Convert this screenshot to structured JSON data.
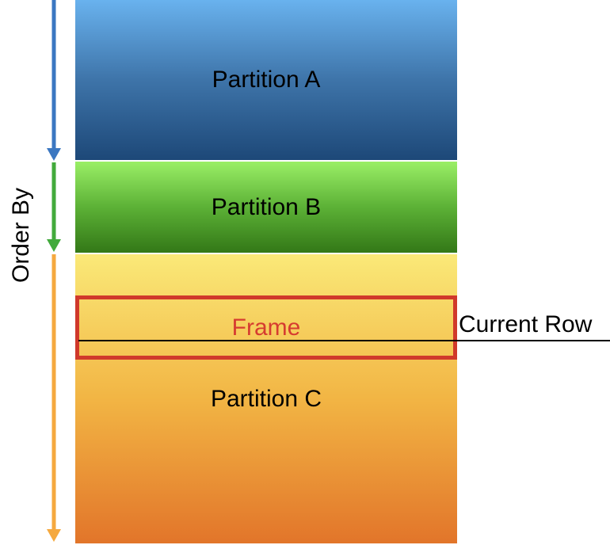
{
  "diagram": {
    "order_by_label": "Order By",
    "background_color": "#ffffff",
    "text_color": "#000000"
  },
  "partitions": [
    {
      "label": "Partition A",
      "gradient_top": "#69b2ee",
      "gradient_mid": "#3e74a9",
      "gradient_bottom": "#1d4878",
      "arrow_color": "#3b77c1"
    },
    {
      "label": "Partition B",
      "gradient_top": "#9aef66",
      "gradient_mid": "#5cb136",
      "gradient_bottom": "#337817",
      "arrow_color": "#42aa3c"
    },
    {
      "label": "Partition C",
      "gradient_top": "#fae978",
      "gradient_mid": "#f2b544",
      "gradient_bottom": "#e2752a",
      "arrow_color": "#f5a93f"
    }
  ],
  "frame": {
    "label": "Frame",
    "border_color": "#d0392b",
    "label_color": "#d63c30"
  },
  "current_row": {
    "label": "Current Row",
    "line_color": "#000000"
  }
}
